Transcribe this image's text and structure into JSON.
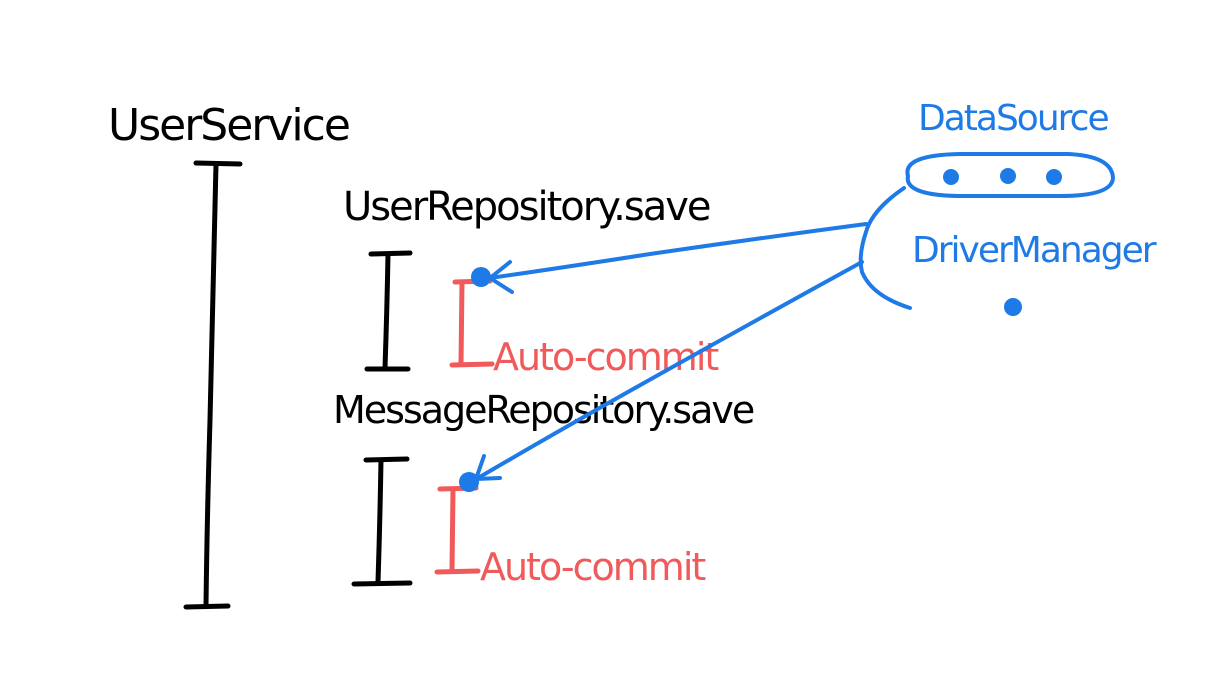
{
  "labels": {
    "user_service": "UserService",
    "user_repository_save": "UserRepository.save",
    "message_repository_save": "MessageRepository.save",
    "auto_commit_1": "Auto-commit",
    "auto_commit_2": "Auto-commit",
    "data_source": "DataSource",
    "driver_manager": "DriverManager"
  },
  "colors": {
    "black": "#000000",
    "red": "#f05a5a",
    "blue": "#1e7ae6"
  }
}
